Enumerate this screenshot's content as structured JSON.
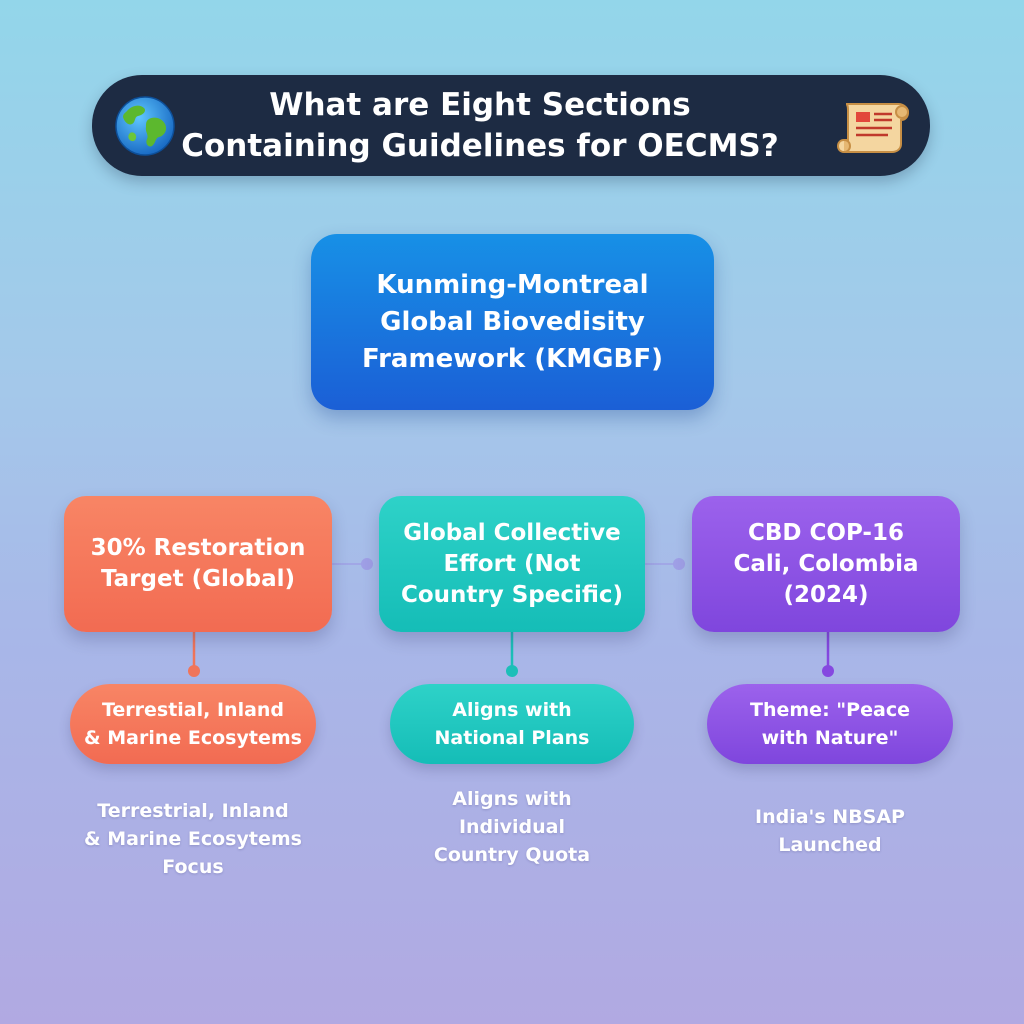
{
  "title": {
    "text": "What are Eight Sections\nContaining Guidelines for OECMS?",
    "left_icon": "globe-icon",
    "right_icon": "scroll-icon"
  },
  "root": {
    "text": "Kunming-Montreal\nGlobal Biovedisity\nFramework (KMGBF)",
    "color": "#1b6fdc"
  },
  "columns": [
    {
      "heading": "30% Restoration\nTarget (Global)",
      "pill": "Terrestial, Inland\n& Marine Ecosytems",
      "note": "Terrestrial, Inland\n& Marine Ecosytems\nFocus",
      "color": "#f47a5c"
    },
    {
      "heading": "Global Collective\nEffort (Not\nCountry Specific)",
      "pill": "Aligns with\nNational Plans",
      "note": "Aligns with\nIndividual\nCountry Quota",
      "color": "#22c7c0"
    },
    {
      "heading": "CBD COP-16\nCali, Colombia\n(2024)",
      "pill": "Theme: \"Peace\nwith Nature\"",
      "note": "India's NBSAP\nLaunched",
      "color": "#8b52e4"
    }
  ]
}
